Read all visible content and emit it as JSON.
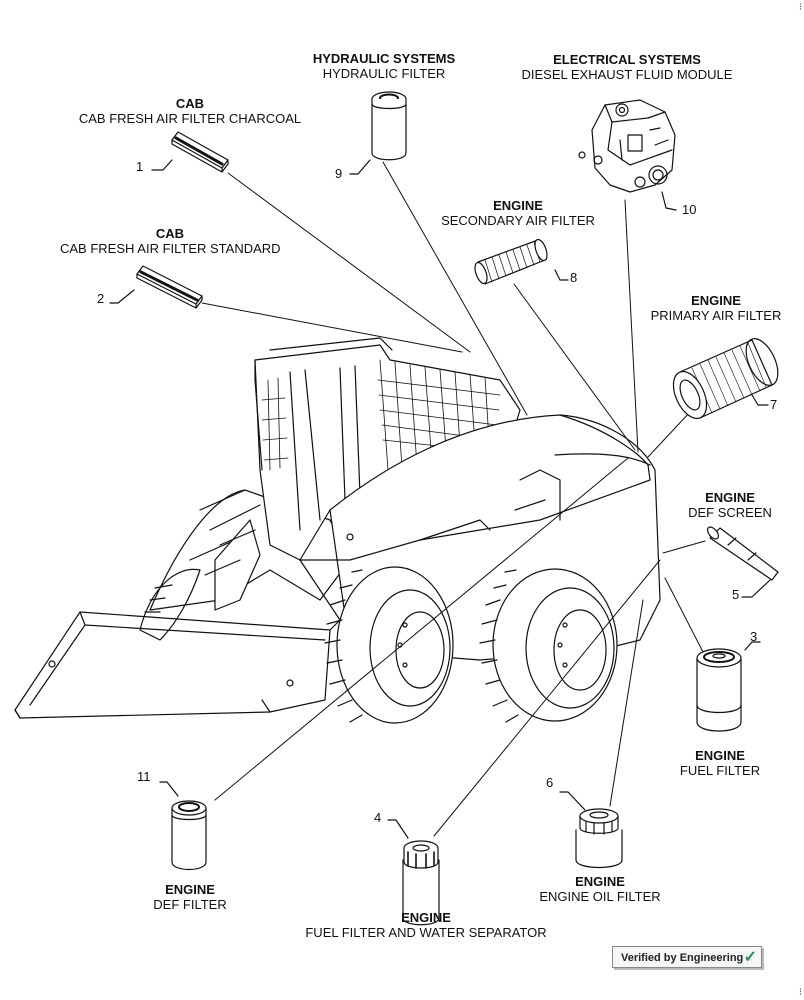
{
  "labels": [
    {
      "category": "CAB",
      "name": "CAB FRESH AIR FILTER CHARCOAL",
      "number": "1"
    },
    {
      "category": "CAB",
      "name": "CAB FRESH AIR FILTER STANDARD",
      "number": "2"
    },
    {
      "category": "ENGINE",
      "name": "FUEL FILTER",
      "number": "3"
    },
    {
      "category": "ENGINE",
      "name": "FUEL FILTER AND WATER SEPARATOR",
      "number": "4"
    },
    {
      "category": "ENGINE",
      "name": "DEF SCREEN",
      "number": "5"
    },
    {
      "category": "ENGINE",
      "name": "ENGINE OIL FILTER",
      "number": "6"
    },
    {
      "category": "ENGINE",
      "name": "PRIMARY AIR FILTER",
      "number": "7"
    },
    {
      "category": "ENGINE",
      "name": "SECONDARY AIR FILTER",
      "number": "8"
    },
    {
      "category": "HYDRAULIC SYSTEMS",
      "name": "HYDRAULIC FILTER",
      "number": "9"
    },
    {
      "category": "ELECTRICAL SYSTEMS",
      "name": "DIESEL EXHAUST FLUID MODULE",
      "number": "10"
    },
    {
      "category": "ENGINE",
      "name": "DEF  FILTER",
      "number": "11"
    }
  ],
  "badge": {
    "text": "Verified by Engineering",
    "icon": "checkmark-icon"
  },
  "corner_marks": {
    "top": "⁝",
    "bottom": "⁝"
  }
}
